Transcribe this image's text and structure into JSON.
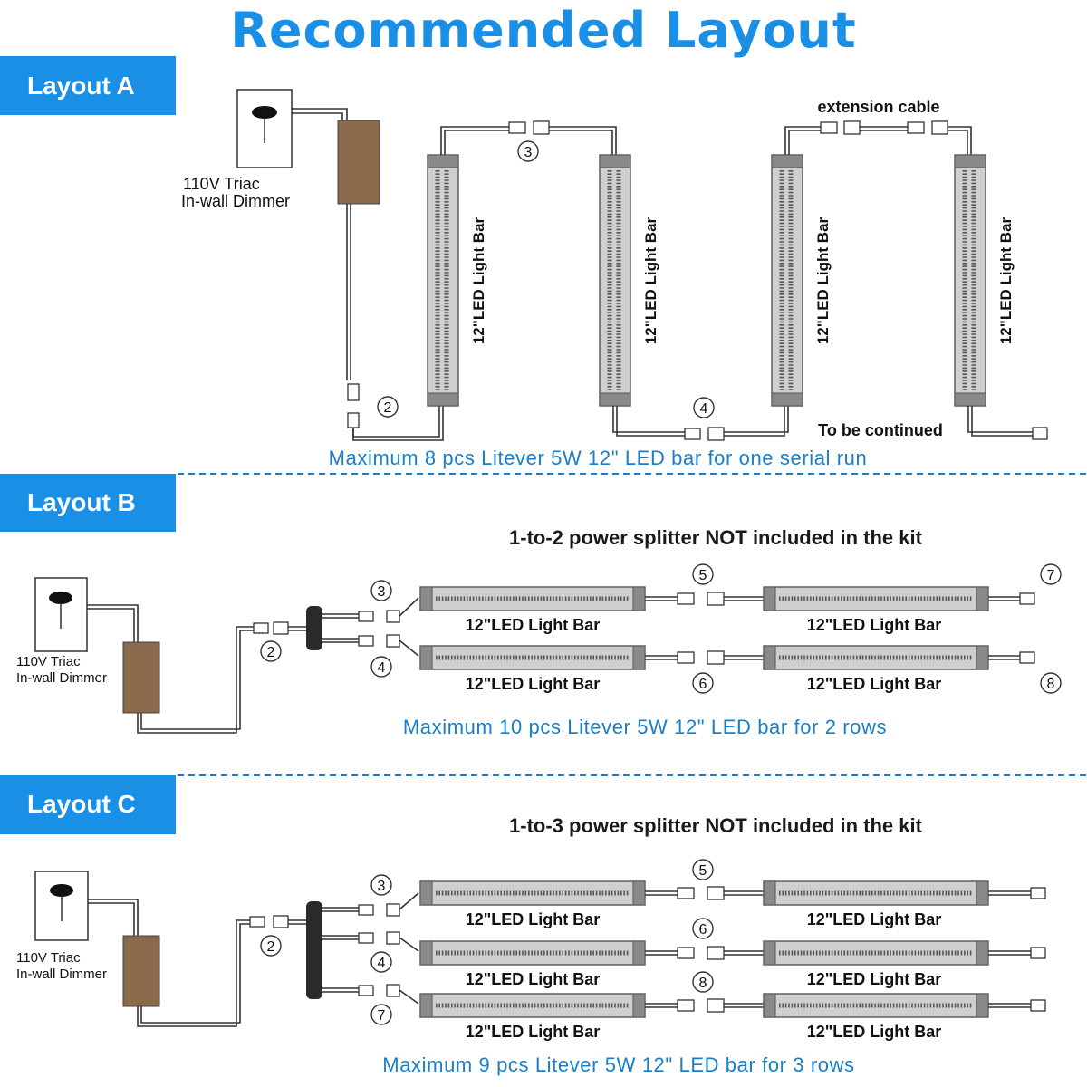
{
  "title": "Recommended Layout",
  "colors": {
    "accent": "#1a8fe6",
    "note_text": "#1a7fc8",
    "driver": "#8b6a4c",
    "bar_body": "#c8c8c8",
    "bar_cap": "#8a8a8a"
  },
  "layout_a": {
    "tab": "Layout A",
    "dimmer_label_1": "110V Triac",
    "dimmer_label_2": "In-wall Dimmer",
    "bar_label": "12\"LED Light Bar",
    "extension_label": "extension cable",
    "continued_label": "To be continued",
    "connectors": [
      "2",
      "3",
      "4"
    ],
    "note": "Maximum 8 pcs Litever 5W 12\" LED bar for one serial run"
  },
  "layout_b": {
    "tab": "Layout B",
    "heading": "1-to-2 power splitter NOT included in the kit",
    "dimmer_label_1": "110V Triac",
    "dimmer_label_2": "In-wall Dimmer",
    "bar_label": "12\"LED Light Bar",
    "connectors": [
      "2",
      "3",
      "4",
      "5",
      "6",
      "7",
      "8"
    ],
    "note": "Maximum 10 pcs Litever 5W 12\" LED bar for 2 rows"
  },
  "layout_c": {
    "tab": "Layout C",
    "heading": "1-to-3 power splitter NOT included in the kit",
    "dimmer_label_1": "110V Triac",
    "dimmer_label_2": "In-wall Dimmer",
    "bar_label": "12\"LED Light Bar",
    "connectors": [
      "2",
      "3",
      "4",
      "5",
      "6",
      "7",
      "8"
    ],
    "note": "Maximum 9 pcs Litever 5W 12\" LED bar for 3 rows"
  }
}
